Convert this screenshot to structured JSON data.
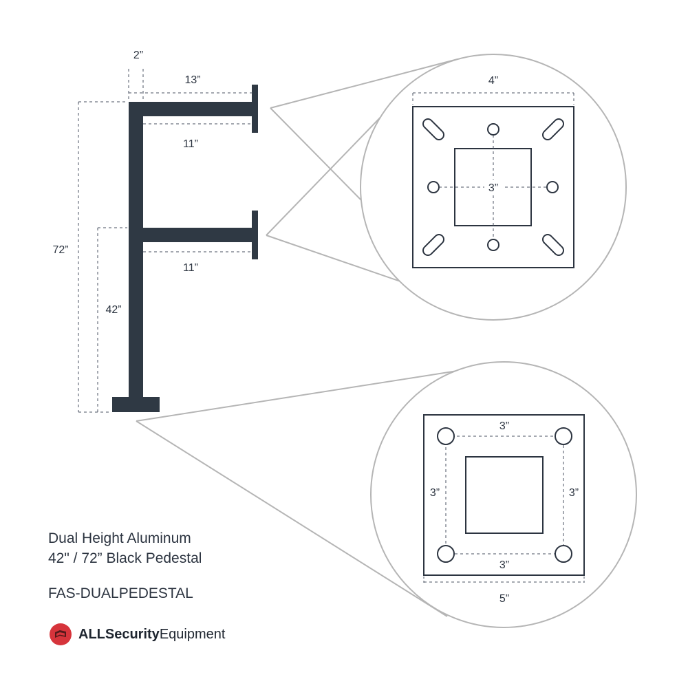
{
  "product": {
    "title_line1": "Dual Height Aluminum",
    "title_line2": "42\" / 72” Black Pedestal",
    "sku": "FAS-DUALPEDESTAL"
  },
  "brand": {
    "bold": "ALLSecurity",
    "regular": "Equipment",
    "accent_color": "#d6343b"
  },
  "colors": {
    "pedestal": "#2f3944",
    "line": "#2c3440",
    "callout": "#b5b5b5"
  },
  "dimensions": {
    "post_width": "2”",
    "arm_length": "13”",
    "upper_arm_inner": "11”",
    "lower_arm_inner": "11”",
    "total_height": "72”",
    "lower_height": "42”"
  },
  "mount_plate": {
    "width": "4”",
    "hole_spacing": "3”"
  },
  "base_plate": {
    "top_spacing": "3”",
    "bottom_spacing": "3”",
    "left_spacing": "3”",
    "right_spacing": "3”",
    "width": "5”"
  }
}
